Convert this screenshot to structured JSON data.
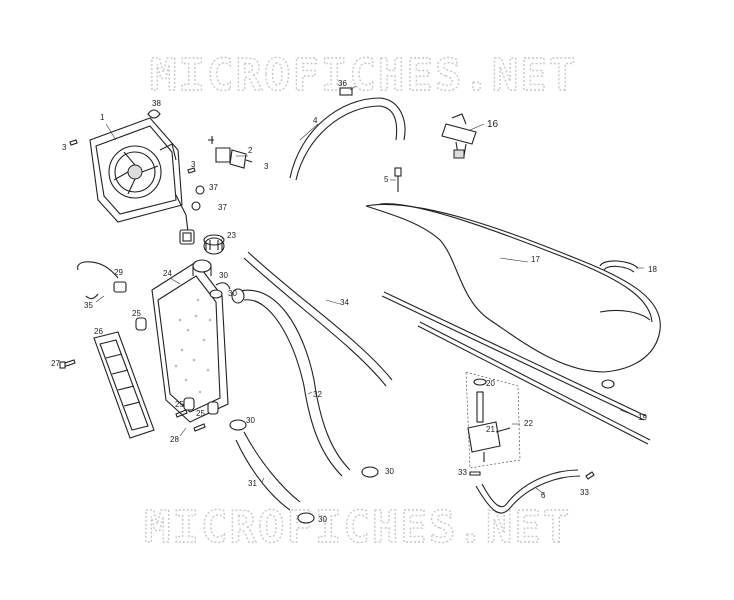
{
  "watermark": {
    "text": "MICROFICHES.NET"
  },
  "callouts": {
    "c1": "1",
    "c2": "2",
    "c3a": "3",
    "c3b": "3",
    "c3c": "3",
    "c4": "4",
    "c5": "5",
    "c6": "6",
    "c16": "16",
    "c17": "17",
    "c18": "18",
    "c19": "19",
    "c20": "20",
    "c21": "21",
    "c22": "22",
    "c23": "23",
    "c24": "24",
    "c25a": "25",
    "c25b": "25",
    "c25c": "25",
    "c26": "26",
    "c27": "27",
    "c28": "28",
    "c29": "29",
    "c30a": "30",
    "c30b": "30",
    "c30c": "30",
    "c30d": "30",
    "c30e": "30",
    "c31": "31",
    "c32": "32",
    "c33a": "33",
    "c33b": "33",
    "c34": "34",
    "c35": "35",
    "c36": "36",
    "c37a": "37",
    "c37b": "37",
    "c38": "38"
  },
  "colors": {
    "line": "#222222",
    "watermark": "#c8c8c8",
    "background": "#ffffff"
  }
}
